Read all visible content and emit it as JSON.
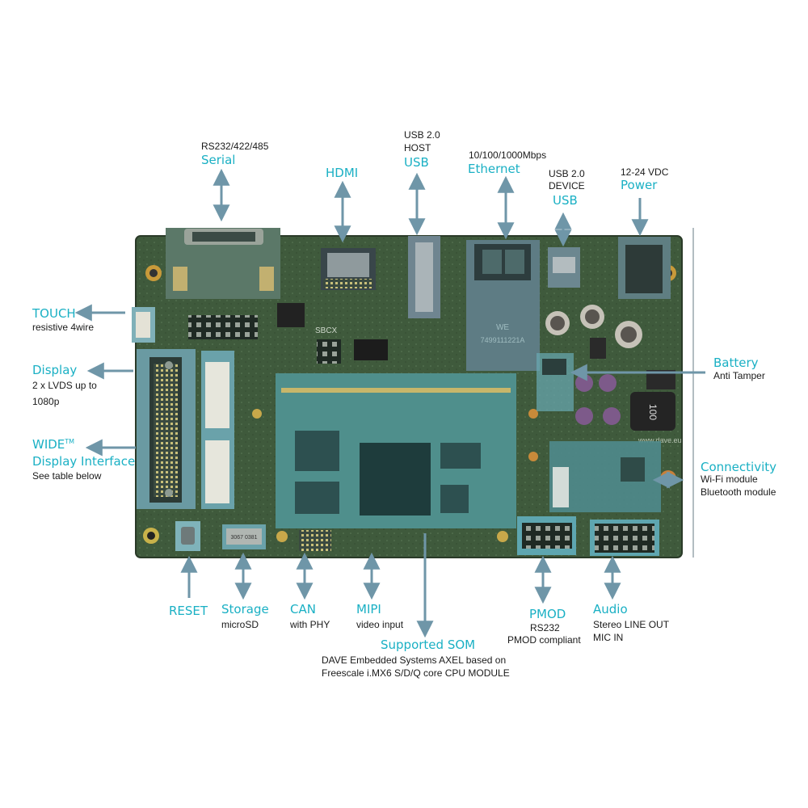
{
  "colors": {
    "accent": "#1ab0c4",
    "arrow": "#6f96a8",
    "highlight": "#5fb4c3",
    "pcb": "#3f5a3c",
    "text": "#1a1a1a"
  },
  "callouts": {
    "serial": {
      "sub": "RS232/422/485",
      "title": "Serial"
    },
    "hdmi": {
      "title": "HDMI"
    },
    "usb_host": {
      "sub1": "USB 2.0",
      "sub2": "HOST",
      "title": "USB"
    },
    "ethernet": {
      "sub": "10/100/1000Mbps",
      "title": "Ethernet"
    },
    "usb_device": {
      "sub1": "USB 2.0",
      "sub2": "DEVICE",
      "title": "USB"
    },
    "power": {
      "sub": "12-24 VDC",
      "title": "Power"
    },
    "touch": {
      "title": "TOUCH",
      "sub": "resistive 4wire"
    },
    "display": {
      "title": "Display",
      "sub1": "2 x LVDS up to",
      "sub2": "1080p"
    },
    "wide": {
      "title": "WIDE",
      "tm": "TM",
      "title2": "Display Interface",
      "sub": "See table below"
    },
    "battery": {
      "title": "Battery",
      "sub": "Anti Tamper"
    },
    "connectivity": {
      "title": "Connectivity",
      "sub1": "Wi-Fi module",
      "sub2": "Bluetooth module"
    },
    "reset": {
      "title": "RESET"
    },
    "storage": {
      "title": "Storage",
      "sub": "microSD"
    },
    "can": {
      "title": "CAN",
      "sub": "with PHY"
    },
    "mipi": {
      "title": "MIPI",
      "sub": "video input"
    },
    "som": {
      "title": "Supported SOM",
      "sub1": "DAVE Embedded Systems AXEL based on",
      "sub2": "Freescale i.MX6 S/D/Q core CPU MODULE"
    },
    "pmod": {
      "title": "PMOD",
      "sub1": "RS232",
      "sub2": "PMOD compliant"
    },
    "audio": {
      "title": "Audio",
      "sub1": "Stereo LINE OUT",
      "sub2": "MIC IN"
    }
  },
  "board": {
    "silk_sbcx": "SBCX",
    "silk_site": "www.dave.eu",
    "silk_ethernet": "7499111221A",
    "silk_we": "WE",
    "silk_inductor": "100",
    "silk_storage": "3067 0381"
  }
}
